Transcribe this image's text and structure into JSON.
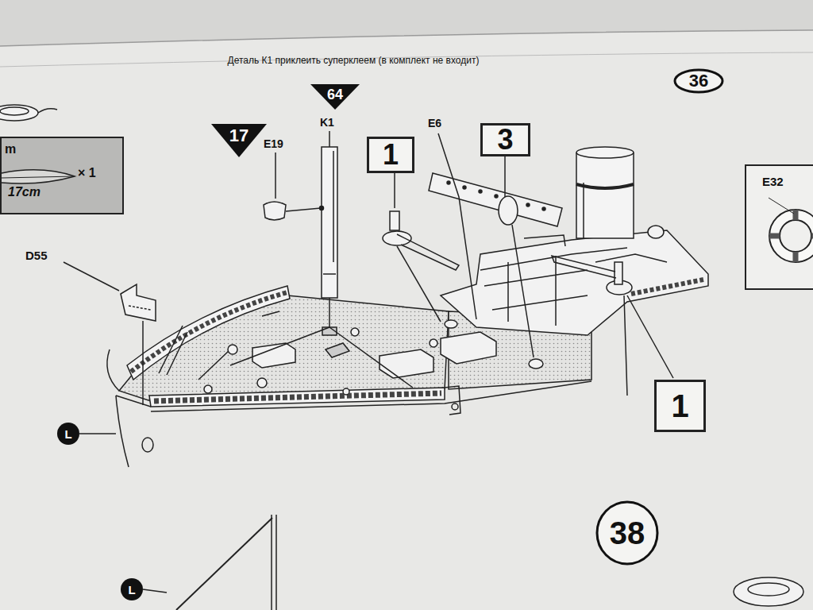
{
  "diagram": {
    "nodes": [
      {
        "text": [
          "36"
        ]
      },
      {
        "text": [
          "64"
        ]
      },
      {
        "text": [
          "17"
        ]
      },
      {
        "text": [
          "1"
        ]
      },
      {
        "text": [
          "3"
        ]
      },
      {
        "text": [
          "m",
          "17cm",
          "× 1"
        ]
      },
      {
        "text": [
          "E32"
        ]
      },
      {
        "text": [
          "L"
        ]
      },
      {
        "text": [
          "1"
        ]
      },
      {
        "text": [
          "38"
        ]
      },
      {
        "text": [
          "L"
        ]
      }
    ],
    "labels": [
      "Деталь К1 приклеить суперклеем (в комплект не входит)",
      "K1",
      "E19",
      "E6",
      "D55"
    ]
  }
}
